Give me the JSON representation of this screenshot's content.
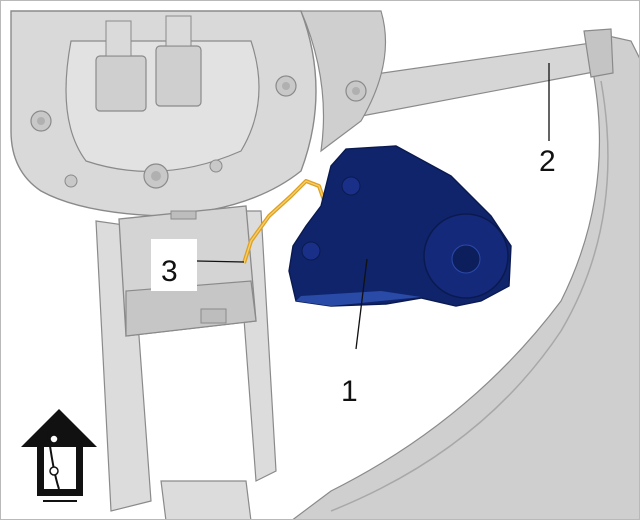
{
  "figure": {
    "callouts": [
      {
        "id": "1",
        "label": "1",
        "part": "vibration-motor"
      },
      {
        "id": "2",
        "label": "2",
        "part": "steering-wheel"
      },
      {
        "id": "3",
        "label": "3",
        "part": "wiring-harness"
      }
    ],
    "icons": {
      "orientation": "direction-of-travel-arrow-icon"
    },
    "colors": {
      "highlight_part": "#10246b",
      "highlight_edge": "#2a4aa8",
      "wire": "#e0a020",
      "component_gray": "#d3d3d3",
      "outline": "#8a8a8a",
      "background": "#ffffff"
    }
  }
}
